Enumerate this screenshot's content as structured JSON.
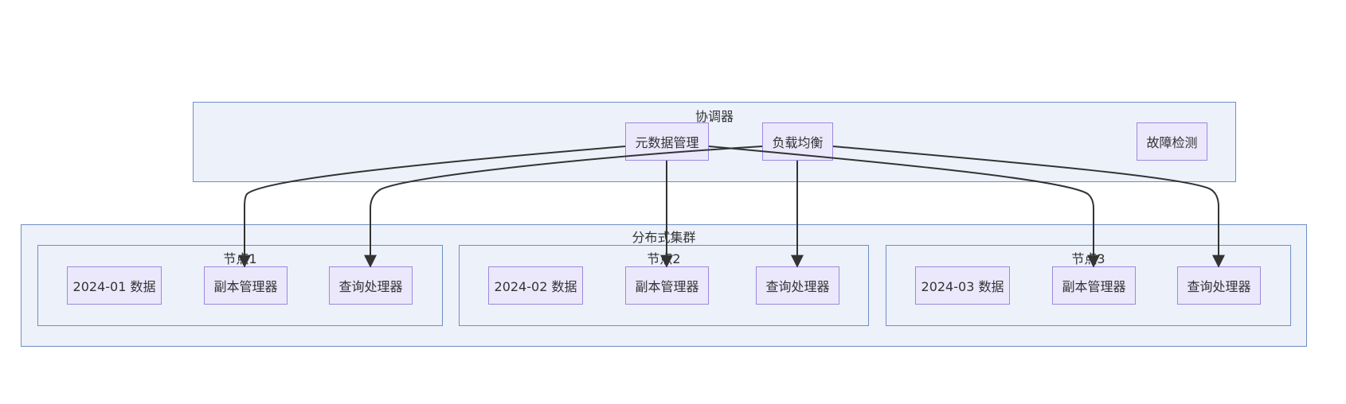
{
  "coordinator": {
    "title": "协调器",
    "metadata": "元数据管理",
    "load_balance": "负载均衡",
    "fault_detect": "故障检测"
  },
  "cluster": {
    "title": "分布式集群",
    "nodes": [
      {
        "title": "节点1",
        "data": "2024-01 数据",
        "replica": "副本管理器",
        "query": "查询处理器"
      },
      {
        "title": "节点2",
        "data": "2024-02 数据",
        "replica": "副本管理器",
        "query": "查询处理器"
      },
      {
        "title": "节点3",
        "data": "2024-03 数据",
        "replica": "副本管理器",
        "query": "查询处理器"
      }
    ]
  },
  "colors": {
    "cluster_fill": "#ecf1fa",
    "cluster_border": "#6f8fc5",
    "node_fill": "#ece8fc",
    "node_border": "#9b89dc",
    "edge": "#333333"
  },
  "edges": [
    {
      "from": "元数据管理",
      "to": "节点1 副本管理器"
    },
    {
      "from": "元数据管理",
      "to": "节点2 副本管理器"
    },
    {
      "from": "元数据管理",
      "to": "节点3 副本管理器"
    },
    {
      "from": "负载均衡",
      "to": "节点1 查询处理器"
    },
    {
      "from": "负载均衡",
      "to": "节点2 查询处理器"
    },
    {
      "from": "负载均衡",
      "to": "节点3 查询处理器"
    }
  ]
}
